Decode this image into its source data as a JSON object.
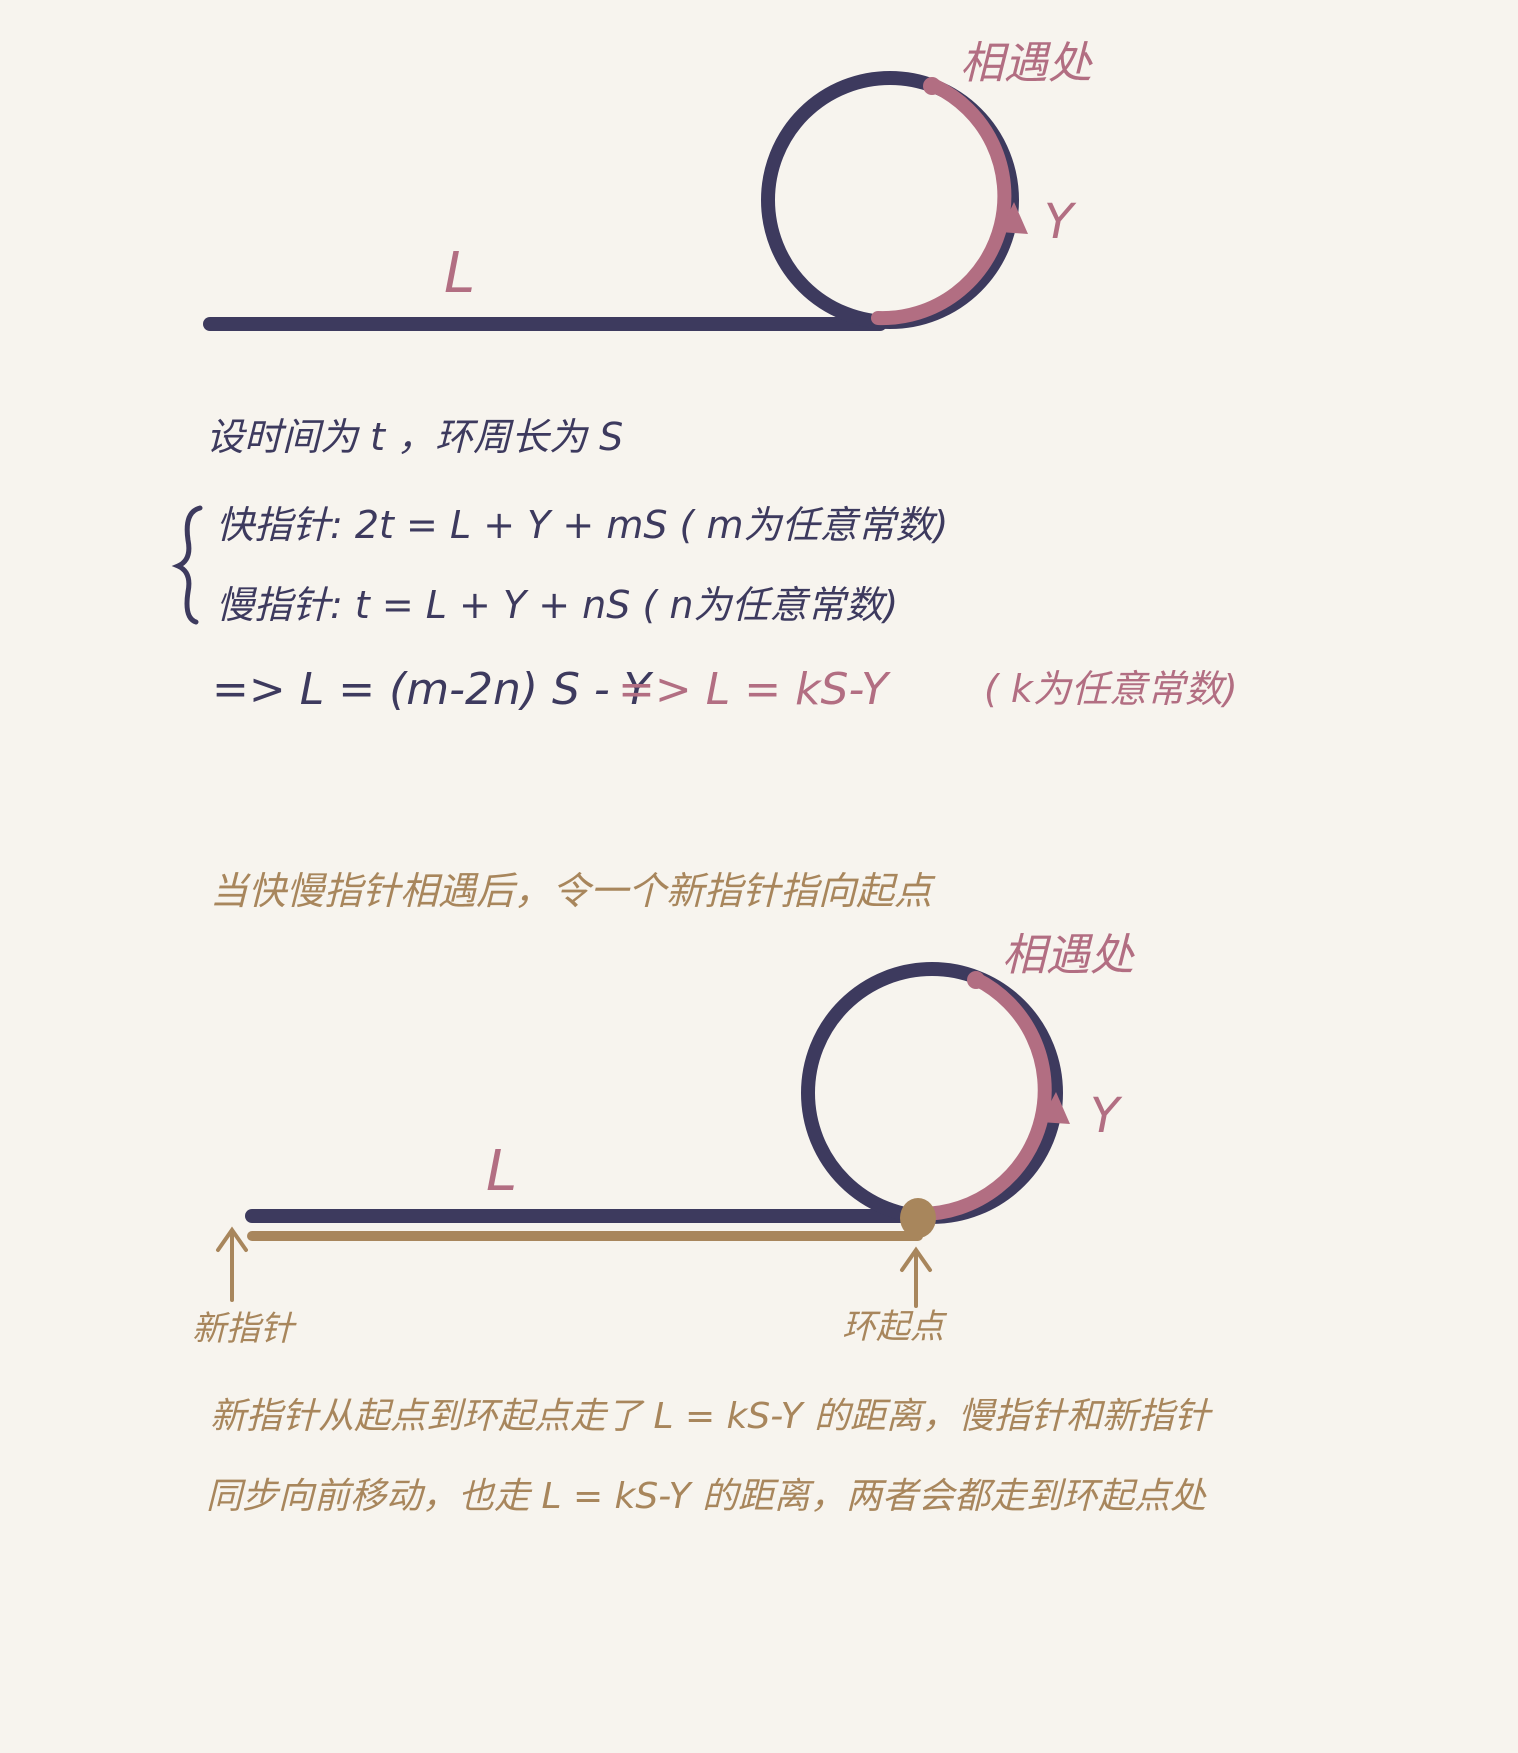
{
  "diagram1": {
    "meet_label": "相遇处",
    "y_label": "Y",
    "l_label": "L"
  },
  "equations": {
    "line1": "设时间为 t ，环周长为 S",
    "fast": "快指针:   2t = L + Y + mS   ( m为任意常数)",
    "slow": "慢指针:    t = L + Y + nS   ( n为任意常数)",
    "derive_navy": "=> L = (m-2n) S - Y",
    "derive_rose": "=> L = kS-Y",
    "derive_note": "( k为任意常数)"
  },
  "step_text": "当快慢指针相遇后，令一个新指针指向起点",
  "diagram2": {
    "meet_label": "相遇处",
    "y_label": "Y",
    "l_label": "L",
    "new_pointer_label": "新指针",
    "loop_start_label": "环起点"
  },
  "conclusion": {
    "line1": "新指针从起点到环起点走了 L = kS-Y 的距离，慢指针和新指针",
    "line2": "同步向前移动，也走 L = kS-Y 的距离，两者会都走到环起点处"
  },
  "colors": {
    "paper": "#f7f4ee",
    "navy": "#3d3a5e",
    "rose": "#b26e82",
    "tan": "#a8865c"
  }
}
